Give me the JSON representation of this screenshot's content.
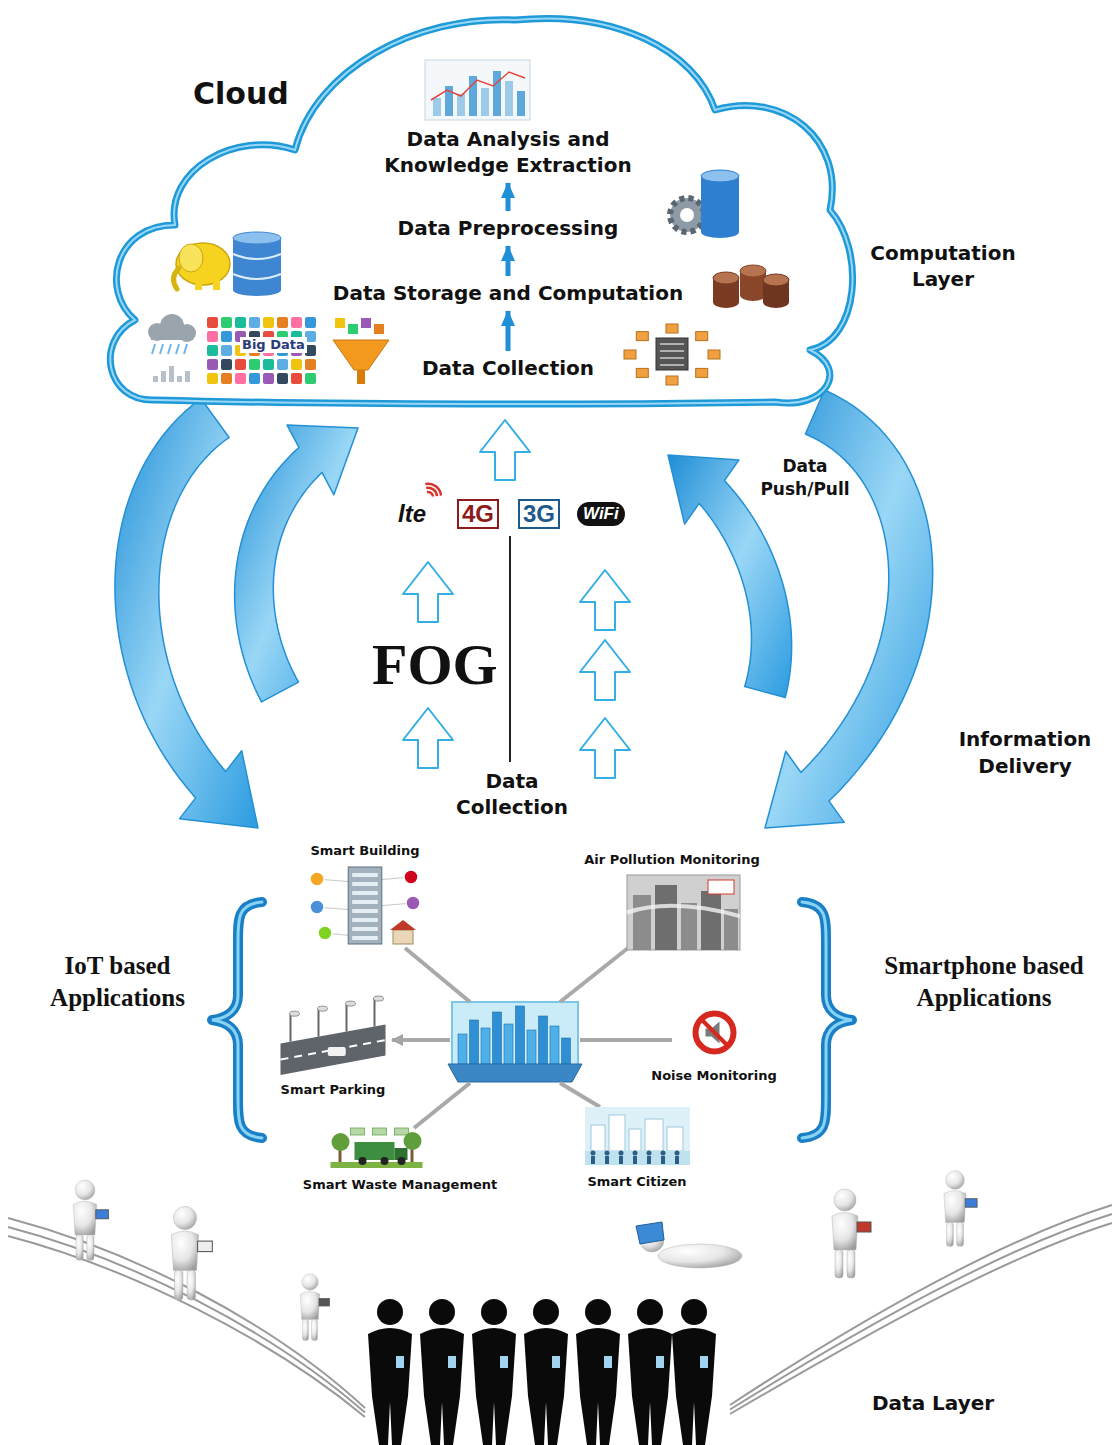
{
  "diagram": {
    "nodes": [
      {
        "text": [
          "Cloud"
        ]
      },
      {
        "text": [
          "Data Analysis and Knowledge Extraction"
        ],
        "in": 0
      },
      {
        "text": [
          "Data Preprocessing"
        ],
        "in": 0
      },
      {
        "text": [
          "Data Storage and Computation"
        ],
        "in": 0
      },
      {
        "text": [
          "Data Collection"
        ],
        "in": 0
      },
      {
        "text": [
          "Smart Building"
        ]
      },
      {
        "text": [
          "Air Pollution Monitoring"
        ]
      },
      {
        "text": [
          "Smart Parking"
        ]
      },
      {
        "text": [
          "Noise Monitoring"
        ]
      },
      {
        "text": [
          "Smart Waste Management"
        ]
      },
      {
        "text": [
          "Smart Citizen"
        ]
      }
    ],
    "edges": [
      {
        "from": 4,
        "to": 3,
        "arrow": "to"
      },
      {
        "from": 3,
        "to": 2,
        "arrow": "to"
      },
      {
        "from": 2,
        "to": 1,
        "arrow": "to"
      }
    ],
    "labels": [
      "Computation Layer",
      "lte",
      "4G",
      "3G",
      "WiFi",
      "Data Push/Pull",
      "FOG",
      "Data Collection",
      "Information Delivery",
      "IoT based Applications",
      "Smartphone based Applications",
      "Data Layer",
      "Big Data"
    ]
  }
}
